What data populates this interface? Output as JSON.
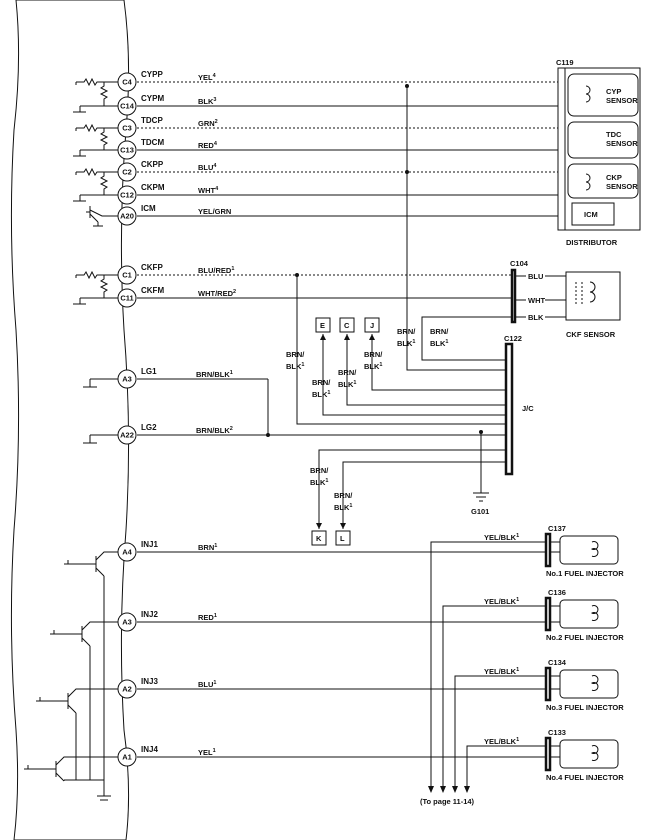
{
  "ecm_pins": [
    {
      "pin": "C4",
      "signal": "CYPP"
    },
    {
      "pin": "C14",
      "signal": "CYPM"
    },
    {
      "pin": "C3",
      "signal": "TDCP"
    },
    {
      "pin": "C13",
      "signal": "TDCM"
    },
    {
      "pin": "C2",
      "signal": "CKPP"
    },
    {
      "pin": "C12",
      "signal": "CKPM"
    },
    {
      "pin": "A20",
      "signal": "ICM"
    },
    {
      "pin": "C1",
      "signal": "CKFP"
    },
    {
      "pin": "C11",
      "signal": "CKFM"
    },
    {
      "pin": "A3",
      "signal": "LG1"
    },
    {
      "pin": "A22",
      "signal": "LG2"
    },
    {
      "pin": "A4",
      "signal": "INJ1"
    },
    {
      "pin": "A3",
      "signal": "INJ2"
    },
    {
      "pin": "A2",
      "signal": "INJ3"
    },
    {
      "pin": "A1",
      "signal": "INJ4"
    }
  ],
  "wires": [
    {
      "color": "YEL",
      "sup": "4"
    },
    {
      "color": "BLK",
      "sup": "3"
    },
    {
      "color": "GRN",
      "sup": "2"
    },
    {
      "color": "RED",
      "sup": "4"
    },
    {
      "color": "BLU",
      "sup": "4"
    },
    {
      "color": "WHT",
      "sup": "4"
    },
    {
      "color": "YEL/GRN",
      "sup": ""
    },
    {
      "color": "BLU/RED",
      "sup": "1"
    },
    {
      "color": "WHT/RED",
      "sup": "2"
    },
    {
      "color": "BRN/BLK",
      "sup": "1"
    },
    {
      "color": "BRN/BLK",
      "sup": "2"
    },
    {
      "color": "BRN",
      "sup": "1"
    },
    {
      "color": "RED",
      "sup": "1"
    },
    {
      "color": "BLU",
      "sup": "1"
    },
    {
      "color": "YEL",
      "sup": "1"
    }
  ],
  "distributor": {
    "connector": "C119",
    "label": "DISTRIBUTOR",
    "sensors": [
      "CYP",
      "TDC",
      "CKP"
    ],
    "sensor_word": "SENSOR",
    "icm": "ICM"
  },
  "ckf": {
    "connector": "C104",
    "label": "CKF SENSOR",
    "pins": [
      "BLU",
      "WHT",
      "BLK"
    ]
  },
  "jc": {
    "connector": "C122",
    "label": "J/C"
  },
  "ground": "G101",
  "terminals_top": [
    "E",
    "C",
    "J"
  ],
  "terminals_bottom": [
    "K",
    "L"
  ],
  "brn": "BRN/",
  "blk": "BLK",
  "sup1": "1",
  "injectors": [
    {
      "connector": "C137",
      "label": "No.1 FUEL INJECTOR"
    },
    {
      "connector": "C136",
      "label": "No.2 FUEL INJECTOR"
    },
    {
      "connector": "C134",
      "label": "No.3 FUEL INJECTOR"
    },
    {
      "connector": "C133",
      "label": "No.4 FUEL INJECTOR"
    }
  ],
  "injector_feed": {
    "color": "YEL/BLK",
    "sup": "1"
  },
  "page_ref": "(To page 11-14)"
}
